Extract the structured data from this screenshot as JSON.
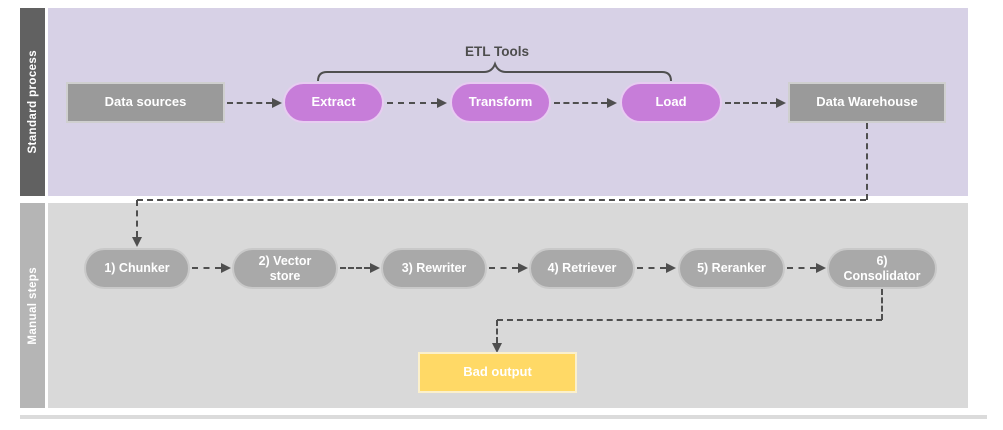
{
  "diagram": {
    "lanes": [
      {
        "label": "Standard process"
      },
      {
        "label": "Manual steps"
      }
    ],
    "group_label": "ETL Tools",
    "standard_process": {
      "data_sources": "Data sources",
      "extract": "Extract",
      "transform": "Transform",
      "load": "Load",
      "data_warehouse": "Data Warehouse"
    },
    "manual_steps": {
      "chunker": "1) Chunker",
      "vector_store": "2) Vector store",
      "rewriter": "3) Rewriter",
      "retriever": "4) Retriever",
      "reranker": "5) Reranker",
      "consolidator": "6) Consolidator",
      "bad_output": "Bad output"
    },
    "colors": {
      "lane1_background": "#D7D1E6",
      "lane1_label_bar": "#616161",
      "lane2_background": "#D9D9D9",
      "lane2_label_bar": "#B5B5B5",
      "etl_pill": "#C77DD9",
      "gray_node": "#9A9A9A",
      "manual_pill": "#A9A9A9",
      "bad_output_fill": "#FFD966",
      "connector": "#4F4F4F"
    }
  }
}
